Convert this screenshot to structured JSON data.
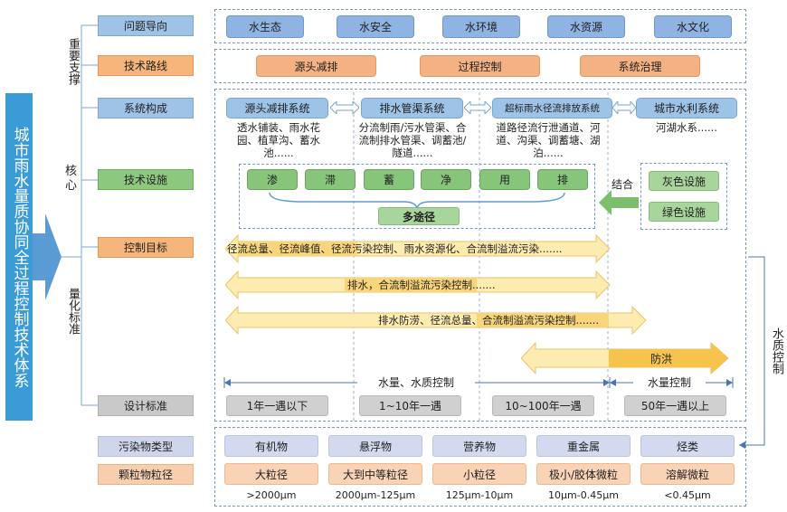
{
  "main_title": "城市雨水量质协同全过程控制技术体系",
  "side_labels": {
    "support": "重要支撑",
    "core": "核心",
    "quant": "量化标准",
    "wq": "水质控制"
  },
  "row_labels": {
    "problem": "问题导向",
    "route": "技术路线",
    "system": "系统构成",
    "facility": "技术设施",
    "target": "控制目标",
    "standard": "设计标准",
    "pollutant": "污染物类型",
    "particle": "颗粒物粒径"
  },
  "problems": [
    "水生态",
    "水安全",
    "水环境",
    "水资源",
    "水文化"
  ],
  "routes": [
    "源头减排",
    "过程控制",
    "系统治理"
  ],
  "systems": [
    {
      "name": "源头减排系统",
      "desc": "透水铺装、雨水花园、植草沟、蓄水池......"
    },
    {
      "name": "排水管渠系统",
      "desc": "分流制雨/污水管渠、合流制排水管渠、调蓄池/隧道......"
    },
    {
      "name": "超标雨水径流排放系统",
      "desc": "道路径流行泄通道、河道、沟渠、调蓄塘、湖泊......"
    },
    {
      "name": "城市水利系统",
      "desc": "河湖水系......"
    }
  ],
  "facilities": [
    "渗",
    "滞",
    "蓄",
    "净",
    "用",
    "排"
  ],
  "multi_path": "多途径",
  "combine": "结合",
  "gray_green": [
    "灰色设施",
    "绿色设施"
  ],
  "targets": [
    "径流总量、径流峰值、径流污染控制、雨水资源化、合流制溢流污染.......",
    "排水，合流制溢流污染控制.......",
    "排水防涝、径流总量、合流制溢流污染控制.......",
    "防洪"
  ],
  "control_span": {
    "left": "水量、水质控制",
    "right": "水量控制"
  },
  "standards": [
    "1年一遇以下",
    "1~10年一遇",
    "10~100年一遇",
    "50年一遇以上"
  ],
  "pollutants": [
    "有机物",
    "悬浮物",
    "营养物",
    "重金属",
    "烃类"
  ],
  "particles": [
    "大粒径",
    "大到中等粒径",
    "小粒径",
    "极小/胶体微粒",
    "溶解微粒"
  ],
  "sizes": [
    ">2000μm",
    "2000μm-125μm",
    "125μm-10μm",
    "10μm-0.45μm",
    "<0.45μm"
  ],
  "colors": {
    "title_bg": "#3b9bd6",
    "blue": "#8fb4e3",
    "orange": "#f4b183",
    "green": "#86c57a",
    "arrow_fill": "#fde9a9"
  }
}
